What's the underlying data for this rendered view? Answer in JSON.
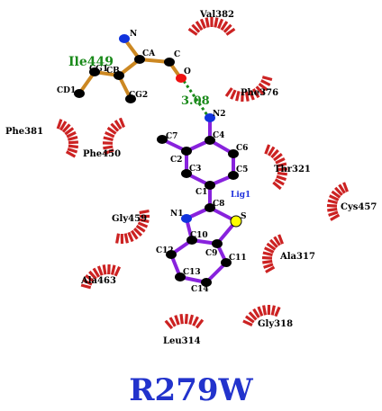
{
  "title": "R279W",
  "ligand_label": "Lig1",
  "hbond": {
    "distance_label": "3.08",
    "color": "#1a8a1a"
  },
  "colors": {
    "hydrophobic_arc": "#cc2222",
    "ligand_bond": "#8822dd",
    "residue_bond": "#cc8822",
    "carbon": "#000000",
    "nitrogen": "#1133dd",
    "oxygen": "#ee1111",
    "sulfur": "#ffff00",
    "title": "#2233cc"
  },
  "interacting_residue": {
    "name": "Ile449",
    "atoms": [
      "N",
      "CA",
      "C",
      "O",
      "CB",
      "CG1",
      "CG2",
      "CD1"
    ]
  },
  "ligand_atoms": [
    "N2",
    "C4",
    "C7",
    "C6",
    "C2",
    "C3",
    "C5",
    "C1",
    "C8",
    "N1",
    "S",
    "C10",
    "C9",
    "C12",
    "C11",
    "C13",
    "C14"
  ],
  "hydrophobic_residues": [
    "Val382",
    "Phe376",
    "Phe381",
    "Phe450",
    "Thr321",
    "Cys457",
    "Gly459",
    "Ala317",
    "Ala463",
    "Gly318",
    "Leu314"
  ]
}
